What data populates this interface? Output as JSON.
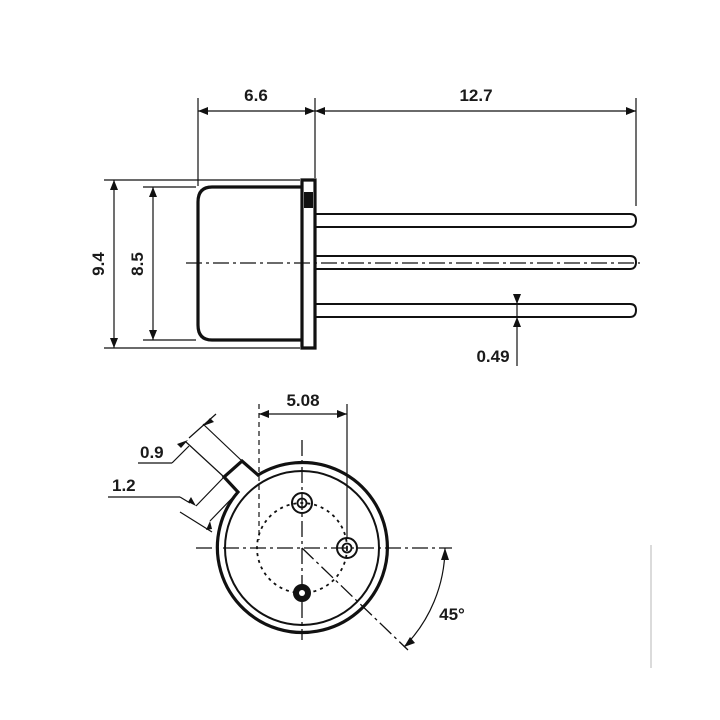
{
  "diagram": {
    "dimensions": {
      "body_length": "6.6",
      "lead_length": "12.7",
      "flange_diameter": "9.4",
      "body_diameter": "8.5",
      "lead_diameter": "0.49",
      "lead_spacing": "5.08",
      "tab_width": "0.9",
      "tab_length": "1.2",
      "tab_angle": "45°"
    }
  }
}
